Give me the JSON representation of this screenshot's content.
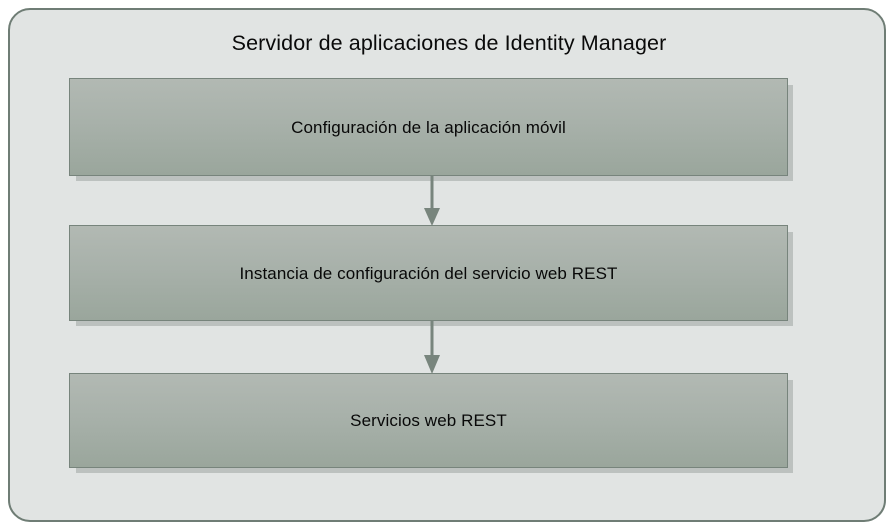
{
  "diagram": {
    "title": "Servidor de aplicaciones de Identity Manager",
    "type": "flowchart",
    "orientation": "vertical-top-down",
    "container_fill": "#e1e4e3",
    "container_border": "#6f7d75",
    "box_fill_top": "#b2b9b3",
    "box_fill_bottom": "#9aa69c",
    "box_border": "#77847c",
    "arrow_color": "#78857d",
    "text_color": "#0a0a0a",
    "nodes": [
      {
        "id": "mobile-app-config",
        "label": "Configuración de la aplicación móvil"
      },
      {
        "id": "rest-config",
        "label": "Instancia de configuración del servicio web REST"
      },
      {
        "id": "rest-services",
        "label": "Servicios web REST"
      }
    ],
    "connectors": [
      {
        "id": "arrow-one",
        "from": "mobile-app-config",
        "to": "rest-config",
        "style": "solid-arrow-down"
      },
      {
        "id": "arrow-two",
        "from": "rest-config",
        "to": "rest-services",
        "style": "solid-arrow-down"
      }
    ]
  }
}
